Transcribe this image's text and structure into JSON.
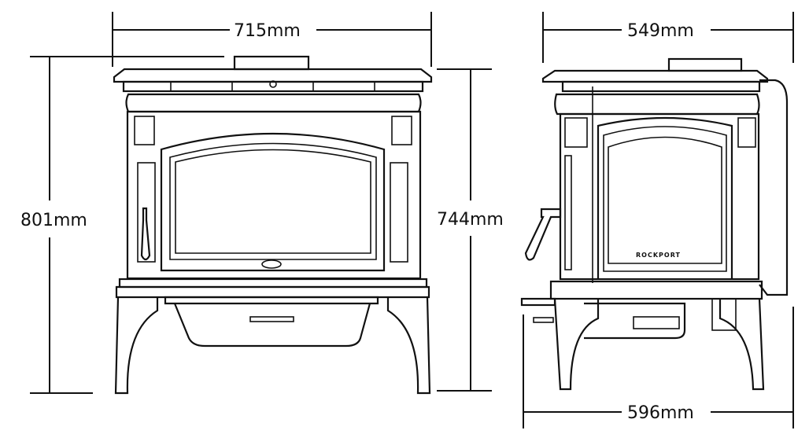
{
  "dimensions": {
    "front_width": "715mm",
    "front_height": "801mm",
    "front_leg_height": "744mm",
    "side_depth": "549mm",
    "side_total_depth": "596mm"
  },
  "brand_label": "ROCKPORT"
}
